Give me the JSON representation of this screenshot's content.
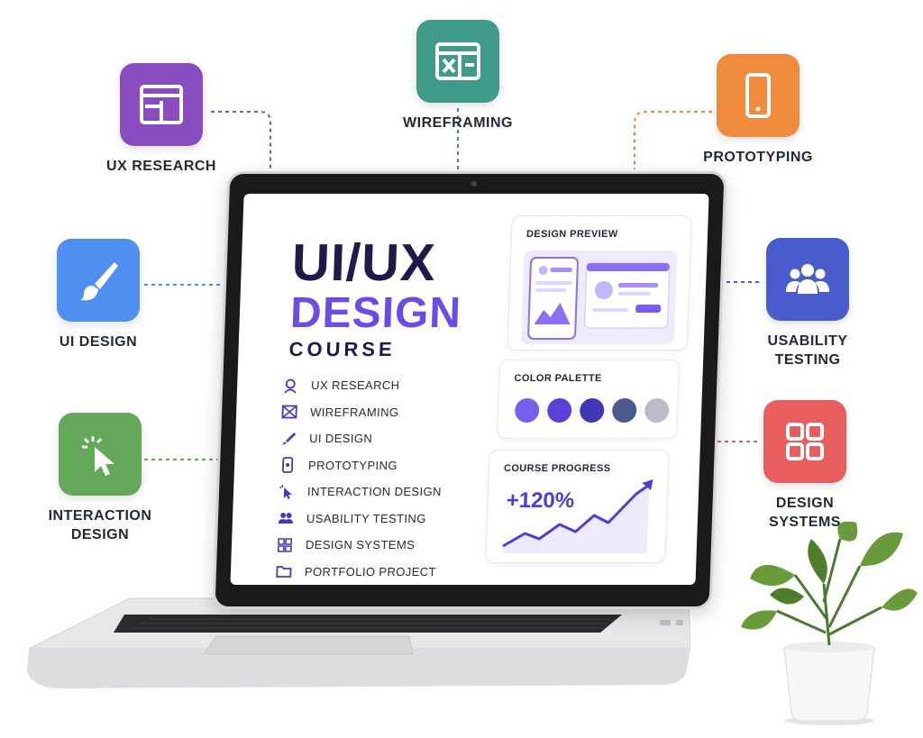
{
  "course": {
    "title_line1": "UI/UX",
    "title_line2": "DESIGN",
    "title_line3": "COURSE",
    "modules": [
      {
        "label": "UX RESEARCH",
        "icon": "user-search-icon"
      },
      {
        "label": "WIREFRAMING",
        "icon": "wireframe-icon"
      },
      {
        "label": "UI DESIGN",
        "icon": "pen-icon"
      },
      {
        "label": "PROTOTYPING",
        "icon": "phone-icon"
      },
      {
        "label": "INTERACTION DESIGN",
        "icon": "cursor-icon"
      },
      {
        "label": "USABILITY TESTING",
        "icon": "users-icon"
      },
      {
        "label": "DESIGN SYSTEMS",
        "icon": "grid-icon"
      },
      {
        "label": "PORTFOLIO PROJECT",
        "icon": "folder-icon"
      }
    ]
  },
  "cards": {
    "preview_title": "DESIGN PREVIEW",
    "palette_title": "COLOR PALETTE",
    "palette_colors": [
      "#7b5cf0",
      "#5b3fd6",
      "#3f36b8",
      "#4a5a8f",
      "#b8bcc6"
    ],
    "progress_title": "COURSE PROGRESS",
    "progress_value": "+120%"
  },
  "topics": {
    "ux_research": {
      "label": "UX RESEARCH",
      "color": "#8a4dbf",
      "icon": "layout-icon"
    },
    "wireframing": {
      "label": "WIREFRAMING",
      "color": "#3f9a8c",
      "icon": "wireframe-icon"
    },
    "prototyping": {
      "label": "PROTOTYPING",
      "color": "#f08a3c",
      "icon": "phone-icon"
    },
    "ui_design": {
      "label": "UI DESIGN",
      "color": "#4f8ff0",
      "icon": "brush-icon"
    },
    "usability_testing": {
      "label": "USABILITY\nTESTING",
      "color": "#4a5ccc",
      "icon": "users-icon"
    },
    "interaction_design": {
      "label": "INTERACTION\nDESIGN",
      "color": "#64a85a",
      "icon": "cursor-click-icon"
    },
    "design_systems": {
      "label": "DESIGN\nSYSTEMS",
      "color": "#e85d5d",
      "icon": "grid-icon"
    }
  }
}
